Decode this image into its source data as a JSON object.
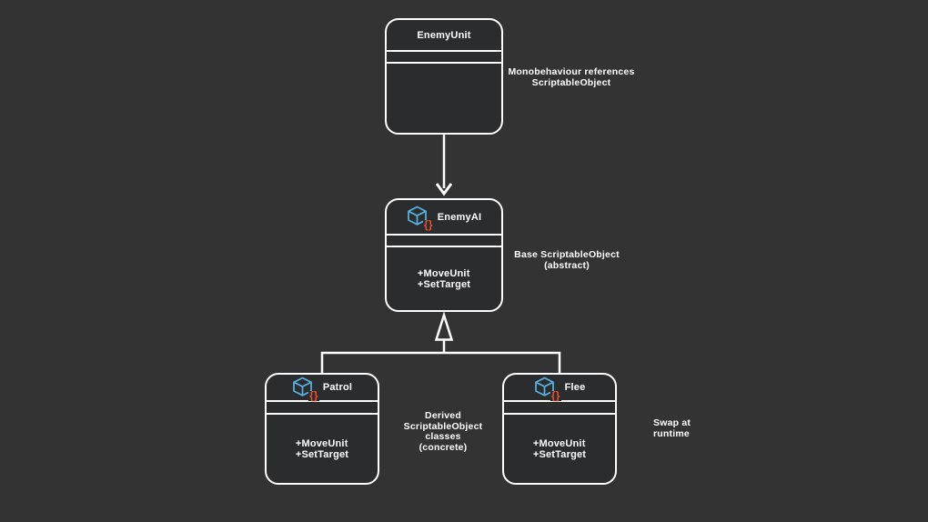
{
  "colors": {
    "background": "#333333",
    "node_fill": "#2b2c2e",
    "stroke": "#ffffff",
    "text": "#ffffff",
    "cube_blue": "#56aedd",
    "brace_orange": "#e8512d"
  },
  "icons": {
    "node_icon": "scriptableobject-cube-with-braces",
    "braces_glyph": "{}"
  },
  "nodes": {
    "enemy_unit": {
      "title": "EnemyUnit",
      "methods": []
    },
    "enemy_ai": {
      "title": "EnemyAI",
      "methods": [
        "+MoveUnit",
        "+SetTarget"
      ]
    },
    "patrol": {
      "title": "Patrol",
      "methods": [
        "+MoveUnit",
        "+SetTarget"
      ]
    },
    "flee": {
      "title": "Flee",
      "methods": [
        "+MoveUnit",
        "+SetTarget"
      ]
    }
  },
  "annotations": {
    "monobehaviour_note": {
      "lines": [
        "Monobehaviour references",
        "ScriptableObject"
      ]
    },
    "base_note": {
      "lines": [
        "Base ScriptableObject",
        "(abstract)"
      ]
    },
    "derived_note": {
      "lines": [
        "Derived",
        "ScriptableObject",
        "classes",
        "(concrete)"
      ]
    },
    "swap_note": {
      "lines": [
        "Swap at",
        "runtime"
      ]
    }
  }
}
